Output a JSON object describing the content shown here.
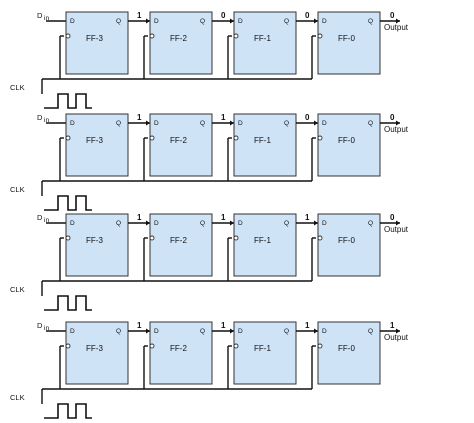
{
  "diagram": {
    "flipflop_names": [
      "FF-3",
      "FF-2",
      "FF-1",
      "FF-0"
    ],
    "d_pin_label": "D",
    "q_pin_label": "Q",
    "clk_label": "CLK",
    "din_label": "D",
    "output_label": "Output",
    "stages": [
      {
        "bits": [
          "1",
          "0",
          "0",
          "0"
        ]
      },
      {
        "bits": [
          "1",
          "1",
          "0",
          "0"
        ]
      },
      {
        "bits": [
          "1",
          "1",
          "1",
          "0"
        ]
      },
      {
        "bits": [
          "1",
          "1",
          "1",
          "1"
        ]
      }
    ]
  }
}
